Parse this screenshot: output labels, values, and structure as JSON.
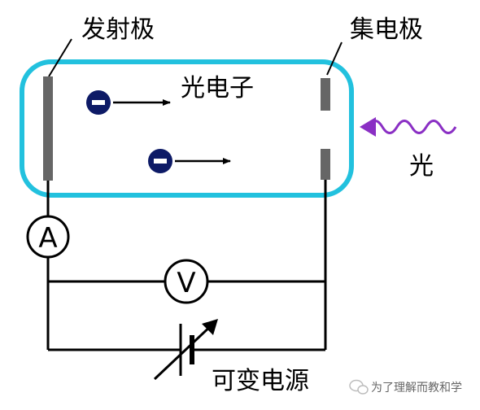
{
  "labels": {
    "emitter": "发射极",
    "collector": "集电极",
    "photoelectrons": "光电子",
    "light": "光",
    "power_source": "可变电源",
    "ammeter": "A",
    "voltmeter": "V",
    "electron_sign": "−"
  },
  "watermark": {
    "text": "为了理解而教和学"
  },
  "colors": {
    "tube_outline": "#22c1de",
    "electrode": "#666666",
    "electron": "#0d1a66",
    "light_wave": "#8a2fc4",
    "wire": "#000000"
  }
}
